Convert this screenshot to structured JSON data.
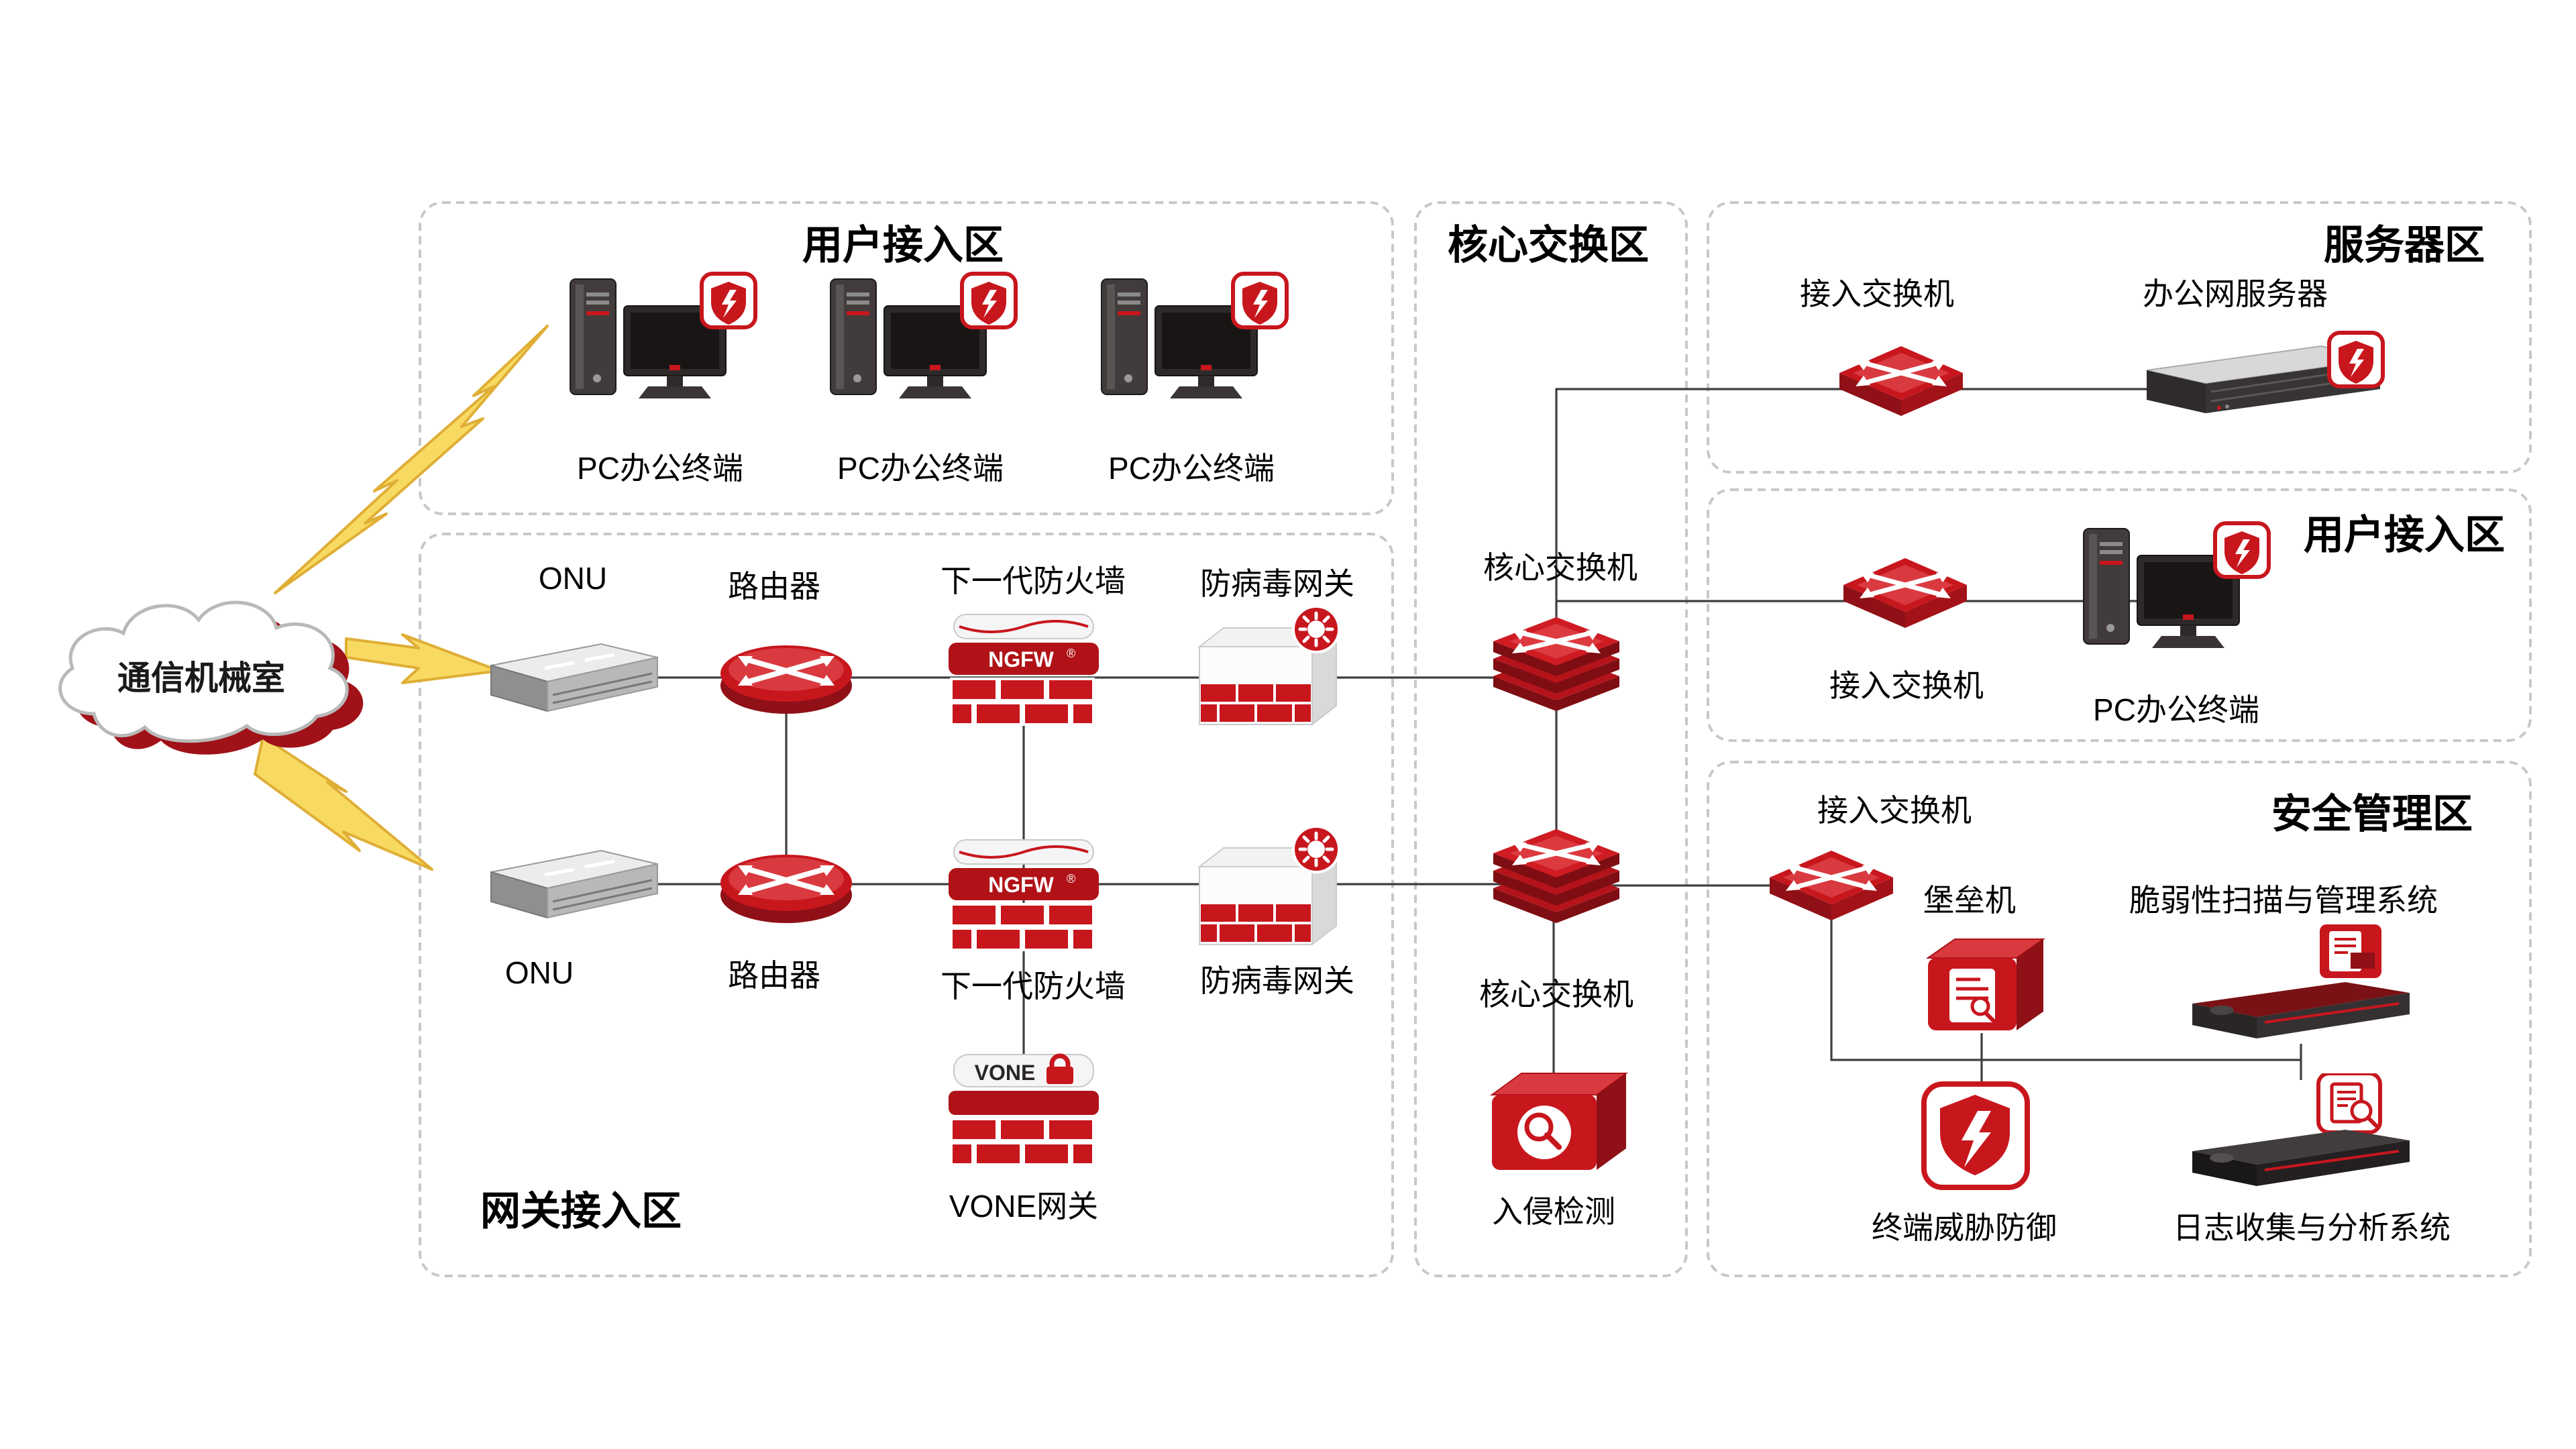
{
  "cloud": {
    "label": "通信机械室"
  },
  "zones": {
    "user_access_top": {
      "title": "用户接入区",
      "pc1_label": "PC办公终端",
      "pc2_label": "PC办公终端",
      "pc3_label": "PC办公终端"
    },
    "gateway_access": {
      "title": "网关接入区",
      "onu1_label": "ONU",
      "router1_label": "路由器",
      "ngfw1_label": "下一代防火墙",
      "avgw1_label": "防病毒网关",
      "onu2_label": "ONU",
      "router2_label": "路由器",
      "ngfw2_label": "下一代防火墙",
      "avgw2_label": "防病毒网关",
      "vone_label": "VONE网关"
    },
    "core_switching": {
      "title": "核心交换区",
      "core_switch1_label": "核心交换机",
      "core_switch2_label": "核心交换机",
      "ids_label": "入侵检测"
    },
    "server_zone": {
      "title": "服务器区",
      "access_switch_label": "接入交换机",
      "server_label": "办公网服务器"
    },
    "user_access_right": {
      "title": "用户接入区",
      "access_switch_label": "接入交换机",
      "pc_label": "PC办公终端"
    },
    "security_mgmt": {
      "title": "安全管理区",
      "access_switch_label": "接入交换机",
      "bastion_label": "堡垒机",
      "vuln_scan_label": "脆弱性扫描与管理系统",
      "endpoint_defense_label": "终端威胁防御",
      "log_system_label": "日志收集与分析系统"
    }
  },
  "devices": {
    "ngfw_text": "NGFW",
    "reg_mark": "®",
    "vone_text": "VONE"
  },
  "colors": {
    "accent_red": "#C8161D",
    "dark_red": "#8F1016",
    "bolt_yellow": "#F8DA63",
    "line": "#3F3F3F",
    "zone_border": "#C8C8C8"
  }
}
